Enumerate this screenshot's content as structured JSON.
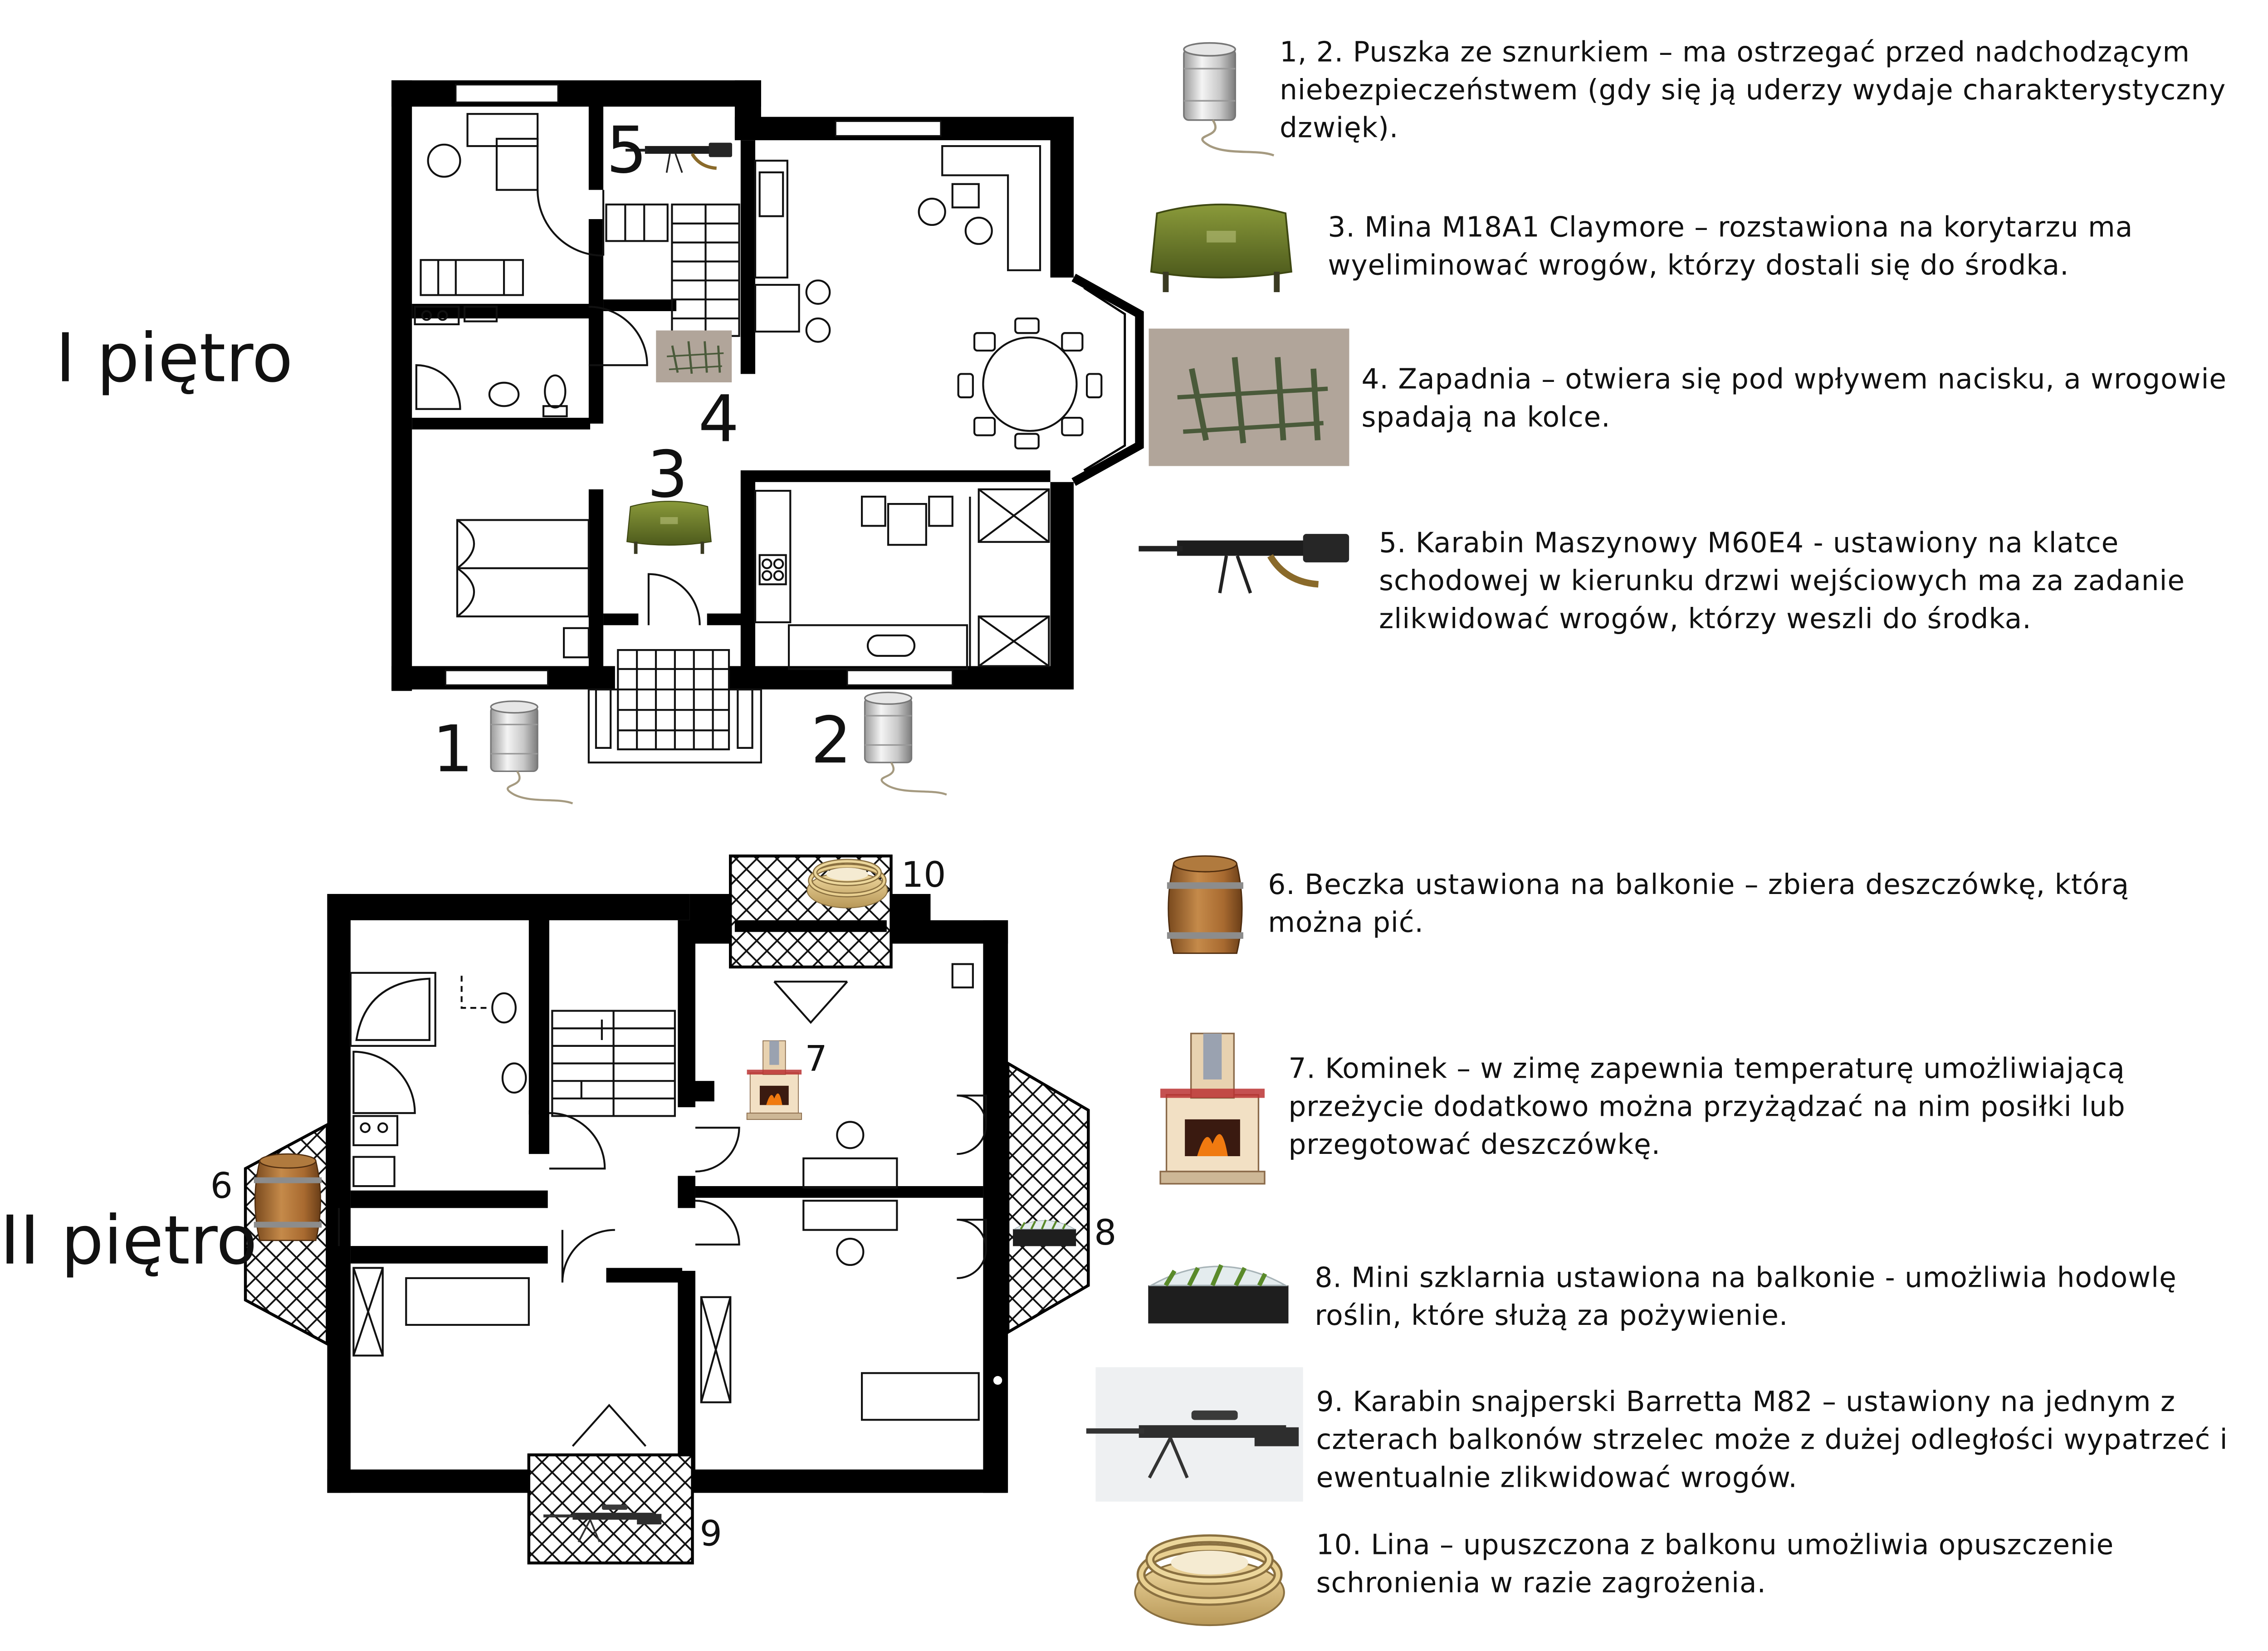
{
  "floors": {
    "first": "I piętro",
    "second": "II piętro"
  },
  "markers": [
    "1",
    "2",
    "3",
    "4",
    "5",
    "6",
    "7",
    "8",
    "9",
    "10"
  ],
  "legend": [
    {
      "icon": "tin-can-icon",
      "text": "1, 2. Puszka ze sznurkiem – ma ostrzegać przed nadchodzącym niebezpieczeństwem (gdy się ją uderzy wydaje charakterystyczny dzwięk)."
    },
    {
      "icon": "claymore-mine-icon",
      "text": "3. Mina M18A1 Claymore – rozstawiona na korytarzu ma wyeliminować wrogów, którzy dostali się do środka."
    },
    {
      "icon": "trapdoor-icon",
      "text": "4. Zapadnia – otwiera się pod wpływem nacisku, a wrogowie spadają na kolce."
    },
    {
      "icon": "machine-gun-icon",
      "text": "5. Karabin Maszynowy M60E4 - ustawiony na klatce schodowej w kierunku drzwi wejściowych ma za zadanie zlikwidować wrogów, którzy weszli do środka."
    },
    {
      "icon": "barrel-icon",
      "text": "6. Beczka ustawiona na balkonie – zbiera deszczówkę, którą można pić."
    },
    {
      "icon": "fireplace-icon",
      "text": "7. Kominek –  w zimę zapewnia temperaturę umożliwiającą przeżycie dodatkowo można przyżądzać na nim posiłki lub przegotować deszczówkę."
    },
    {
      "icon": "greenhouse-icon",
      "text": "8. Mini szklarnia ustawiona na balkonie - umożliwia hodowlę roślin, które służą za pożywienie."
    },
    {
      "icon": "sniper-rifle-icon",
      "text": "9. Karabin snajperski Barretta M82 – ustawiony na jednym z czterach balkonów strzelec może z dużej odległości wypatrzeć i ewentualnie zlikwidować wrogów."
    },
    {
      "icon": "rope-icon",
      "text": "10. Lina – upuszczona z balkonu umożliwia opuszczenie schronienia w razie zagrożenia."
    }
  ]
}
